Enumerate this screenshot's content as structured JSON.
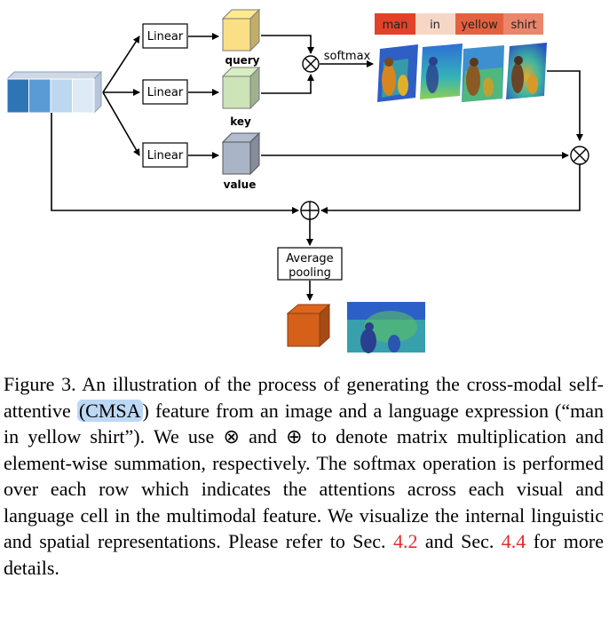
{
  "diagram": {
    "linear_labels": [
      "Linear",
      "Linear",
      "Linear"
    ],
    "query_label": "query",
    "key_label": "key",
    "value_label": "value",
    "softmax_label": "softmax",
    "words": [
      {
        "text": "man",
        "color": "#e2412a"
      },
      {
        "text": "in",
        "color": "#f6d7c6"
      },
      {
        "text": "yellow",
        "color": "#e4613f"
      },
      {
        "text": "shirt",
        "color": "#e9866b"
      }
    ],
    "pooling_label_line1": "Average",
    "pooling_label_line2": "pooling",
    "multiply_symbol": "⊗",
    "add_symbol": "⊕",
    "colors": {
      "query": "#fadf86",
      "key": "#cde3b8",
      "value": "#aab4c7",
      "output": "#d4601a",
      "input": [
        "#2e75b6",
        "#5b9bd5",
        "#bdd7ee",
        "#deebf7"
      ]
    }
  },
  "caption": {
    "prefix": "Figure 3. An illustration of the process of generating the cross-modal self-attentive ",
    "highlight": "(CMSA",
    "middle": ") feature from an image and a language expression (“man in yellow shirt”). We use ⊗ and ⊕ to denote matrix multiplication and element-wise summation, respectively. The softmax operation is performed over each row which indicates the attentions across each visual and language cell in the multimodal feature. We visualize the internal linguistic and spatial representations. Please refer to Sec. ",
    "ref1": "4.2",
    "and_text": " and Sec. ",
    "ref2": "4.4",
    "suffix": " for more details."
  }
}
